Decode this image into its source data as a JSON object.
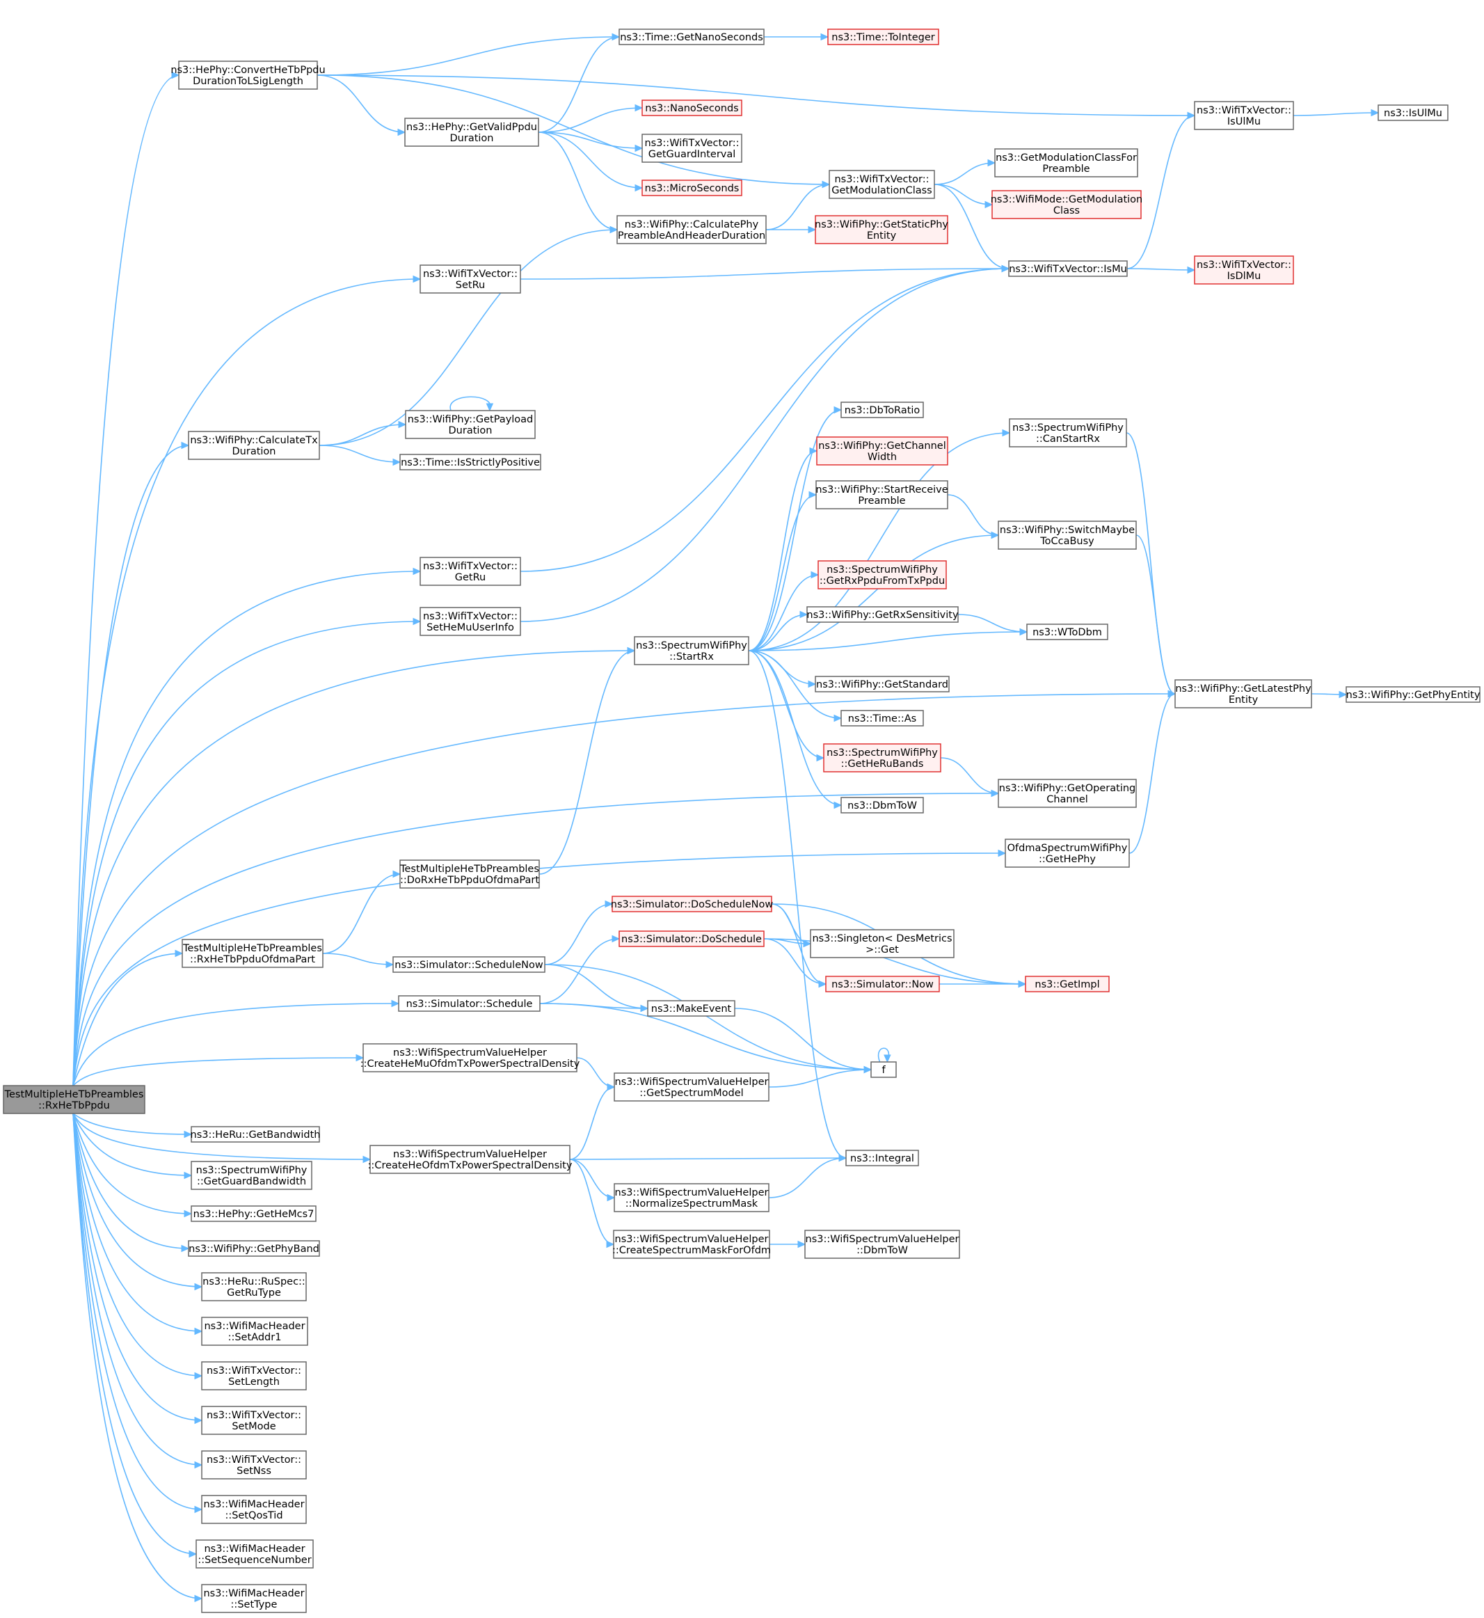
{
  "graph": {
    "root": "n_root",
    "colors": {
      "edge": "#63b8ff",
      "node_border": "#666666",
      "node_border_missing": "#e03030",
      "node_fill_missing": "#fff0f0",
      "root_fill": "#999999"
    },
    "nodes": [
      {
        "id": "n_root",
        "lines": [
          "TestMultipleHeTbPreambles",
          "::RxHeTbPpdu"
        ],
        "style": "root"
      },
      {
        "id": "n_conv",
        "lines": [
          "ns3::HePhy::ConvertHeTbPpdu",
          "DurationToLSigLength"
        ],
        "style": "normal"
      },
      {
        "id": "n_getnano",
        "lines": [
          "ns3::Time::GetNanoSeconds"
        ],
        "style": "normal"
      },
      {
        "id": "n_toint",
        "lines": [
          "ns3::Time::ToInteger"
        ],
        "style": "red"
      },
      {
        "id": "n_validppdu",
        "lines": [
          "ns3::HePhy::GetValidPpdu",
          "Duration"
        ],
        "style": "normal"
      },
      {
        "id": "n_nanoseconds",
        "lines": [
          "ns3::NanoSeconds"
        ],
        "style": "red"
      },
      {
        "id": "n_guardint",
        "lines": [
          "ns3::WifiTxVector::",
          "GetGuardInterval"
        ],
        "style": "normal"
      },
      {
        "id": "n_micro",
        "lines": [
          "ns3::MicroSeconds"
        ],
        "style": "red"
      },
      {
        "id": "n_calcpre",
        "lines": [
          "ns3::WifiPhy::CalculatePhy",
          "PreambleAndHeaderDuration"
        ],
        "style": "normal"
      },
      {
        "id": "n_getmodclass",
        "lines": [
          "ns3::WifiTxVector::",
          "GetModulationClass"
        ],
        "style": "normal"
      },
      {
        "id": "n_getmodpre",
        "lines": [
          "ns3::GetModulationClassFor",
          "Preamble"
        ],
        "style": "normal"
      },
      {
        "id": "n_modemod",
        "lines": [
          "ns3::WifiMode::GetModulation",
          "Class"
        ],
        "style": "red"
      },
      {
        "id": "n_staticphy",
        "lines": [
          "ns3::WifiPhy::GetStaticPhy",
          "Entity"
        ],
        "style": "red"
      },
      {
        "id": "n_isulmu_v",
        "lines": [
          "ns3::WifiTxVector::",
          "IsUlMu"
        ],
        "style": "normal"
      },
      {
        "id": "n_isulmu",
        "lines": [
          "ns3::IsUlMu"
        ],
        "style": "normal"
      },
      {
        "id": "n_ismu",
        "lines": [
          "ns3::WifiTxVector::IsMu"
        ],
        "style": "normal"
      },
      {
        "id": "n_isdlmu",
        "lines": [
          "ns3::WifiTxVector::",
          "IsDlMu"
        ],
        "style": "red"
      },
      {
        "id": "n_setru",
        "lines": [
          "ns3::WifiTxVector::",
          "SetRu"
        ],
        "style": "normal"
      },
      {
        "id": "n_calctx",
        "lines": [
          "ns3::WifiPhy::CalculateTx",
          "Duration"
        ],
        "style": "normal"
      },
      {
        "id": "n_payload",
        "lines": [
          "ns3::WifiPhy::GetPayload",
          "Duration"
        ],
        "style": "normal"
      },
      {
        "id": "n_strictpos",
        "lines": [
          "ns3::Time::IsStrictlyPositive"
        ],
        "style": "normal"
      },
      {
        "id": "n_dbtoratio",
        "lines": [
          "ns3::DbToRatio"
        ],
        "style": "normal"
      },
      {
        "id": "n_canstart",
        "lines": [
          "ns3::SpectrumWifiPhy",
          "::CanStartRx"
        ],
        "style": "normal"
      },
      {
        "id": "n_chanwidth",
        "lines": [
          "ns3::WifiPhy::GetChannel",
          "Width"
        ],
        "style": "red"
      },
      {
        "id": "n_startrecv",
        "lines": [
          "ns3::WifiPhy::StartReceive",
          "Preamble"
        ],
        "style": "normal"
      },
      {
        "id": "n_switchcca",
        "lines": [
          "ns3::WifiPhy::SwitchMaybe",
          "ToCcaBusy"
        ],
        "style": "normal"
      },
      {
        "id": "n_getrxppdu",
        "lines": [
          "ns3::SpectrumWifiPhy",
          "::GetRxPpduFromTxPpdu"
        ],
        "style": "red"
      },
      {
        "id": "n_getru",
        "lines": [
          "ns3::WifiTxVector::",
          "GetRu"
        ],
        "style": "normal"
      },
      {
        "id": "n_rxsens",
        "lines": [
          "ns3::WifiPhy::GetRxSensitivity"
        ],
        "style": "normal"
      },
      {
        "id": "n_wtodbm",
        "lines": [
          "ns3::WToDbm"
        ],
        "style": "normal"
      },
      {
        "id": "n_sethemu",
        "lines": [
          "ns3::WifiTxVector::",
          "SetHeMuUserInfo"
        ],
        "style": "normal"
      },
      {
        "id": "n_startrx",
        "lines": [
          "ns3::SpectrumWifiPhy",
          "::StartRx"
        ],
        "style": "normal"
      },
      {
        "id": "n_getstd",
        "lines": [
          "ns3::WifiPhy::GetStandard"
        ],
        "style": "normal"
      },
      {
        "id": "n_latestphy",
        "lines": [
          "ns3::WifiPhy::GetLatestPhy",
          "Entity"
        ],
        "style": "normal"
      },
      {
        "id": "n_phyentity",
        "lines": [
          "ns3::WifiPhy::GetPhyEntity"
        ],
        "style": "normal"
      },
      {
        "id": "n_timeas",
        "lines": [
          "ns3::Time::As"
        ],
        "style": "normal"
      },
      {
        "id": "n_heruband",
        "lines": [
          "ns3::SpectrumWifiPhy",
          "::GetHeRuBands"
        ],
        "style": "red"
      },
      {
        "id": "n_opchan",
        "lines": [
          "ns3::WifiPhy::GetOperating",
          "Channel"
        ],
        "style": "normal"
      },
      {
        "id": "n_dbmtow",
        "lines": [
          "ns3::DbmToW"
        ],
        "style": "normal"
      },
      {
        "id": "n_ofdmahephy",
        "lines": [
          "OfdmaSpectrumWifiPhy",
          "::GetHePhy"
        ],
        "style": "normal"
      },
      {
        "id": "n_dorxofdma",
        "lines": [
          "TestMultipleHeTbPreambles",
          "::DoRxHeTbPpduOfdmaPart"
        ],
        "style": "normal"
      },
      {
        "id": "n_doschednow",
        "lines": [
          "ns3::Simulator::DoScheduleNow"
        ],
        "style": "red"
      },
      {
        "id": "n_singleton",
        "lines": [
          "ns3::Singleton< DesMetrics",
          " >::Get"
        ],
        "style": "normal"
      },
      {
        "id": "n_dosched",
        "lines": [
          "ns3::Simulator::DoSchedule"
        ],
        "style": "red"
      },
      {
        "id": "n_rxofdma",
        "lines": [
          "TestMultipleHeTbPreambles",
          "::RxHeTbPpduOfdmaPart"
        ],
        "style": "normal"
      },
      {
        "id": "n_schednow",
        "lines": [
          "ns3::Simulator::ScheduleNow"
        ],
        "style": "normal"
      },
      {
        "id": "n_simnow",
        "lines": [
          "ns3::Simulator::Now"
        ],
        "style": "red"
      },
      {
        "id": "n_getimpl",
        "lines": [
          "ns3::GetImpl"
        ],
        "style": "red"
      },
      {
        "id": "n_sched",
        "lines": [
          "ns3::Simulator::Schedule"
        ],
        "style": "normal"
      },
      {
        "id": "n_makeevent",
        "lines": [
          "ns3::MakeEvent"
        ],
        "style": "normal"
      },
      {
        "id": "n_hemupsd",
        "lines": [
          "ns3::WifiSpectrumValueHelper",
          "::CreateHeMuOfdmTxPowerSpectralDensity"
        ],
        "style": "normal"
      },
      {
        "id": "n_f",
        "lines": [
          "f"
        ],
        "style": "normal"
      },
      {
        "id": "n_specmodel",
        "lines": [
          "ns3::WifiSpectrumValueHelper",
          "::GetSpectrumModel"
        ],
        "style": "normal"
      },
      {
        "id": "n_herubw",
        "lines": [
          "ns3::HeRu::GetBandwidth"
        ],
        "style": "normal"
      },
      {
        "id": "n_hepsd",
        "lines": [
          "ns3::WifiSpectrumValueHelper",
          "::CreateHeOfdmTxPowerSpectralDensity"
        ],
        "style": "normal"
      },
      {
        "id": "n_integral",
        "lines": [
          "ns3::Integral"
        ],
        "style": "normal"
      },
      {
        "id": "n_guardbw",
        "lines": [
          "ns3::SpectrumWifiPhy",
          "::GetGuardBandwidth"
        ],
        "style": "normal"
      },
      {
        "id": "n_normmask",
        "lines": [
          "ns3::WifiSpectrumValueHelper",
          "::NormalizeSpectrumMask"
        ],
        "style": "normal"
      },
      {
        "id": "n_hemcs7",
        "lines": [
          "ns3::HePhy::GetHeMcs7"
        ],
        "style": "normal"
      },
      {
        "id": "n_mask",
        "lines": [
          "ns3::WifiSpectrumValueHelper",
          "::CreateSpectrumMaskForOfdm"
        ],
        "style": "normal"
      },
      {
        "id": "n_dbmtow2",
        "lines": [
          "ns3::WifiSpectrumValueHelper",
          "::DbmToW"
        ],
        "style": "normal"
      },
      {
        "id": "n_phyband",
        "lines": [
          "ns3::WifiPhy::GetPhyBand"
        ],
        "style": "normal"
      },
      {
        "id": "n_rutype",
        "lines": [
          "ns3::HeRu::RuSpec::",
          "GetRuType"
        ],
        "style": "normal"
      },
      {
        "id": "n_setaddr1",
        "lines": [
          "ns3::WifiMacHeader",
          "::SetAddr1"
        ],
        "style": "normal"
      },
      {
        "id": "n_setlength",
        "lines": [
          "ns3::WifiTxVector::",
          "SetLength"
        ],
        "style": "normal"
      },
      {
        "id": "n_setmode",
        "lines": [
          "ns3::WifiTxVector::",
          "SetMode"
        ],
        "style": "normal"
      },
      {
        "id": "n_setnss",
        "lines": [
          "ns3::WifiTxVector::",
          "SetNss"
        ],
        "style": "normal"
      },
      {
        "id": "n_setqos",
        "lines": [
          "ns3::WifiMacHeader",
          "::SetQosTid"
        ],
        "style": "normal"
      },
      {
        "id": "n_setseq",
        "lines": [
          "ns3::WifiMacHeader",
          "::SetSequenceNumber"
        ],
        "style": "normal"
      },
      {
        "id": "n_settype",
        "lines": [
          "ns3::WifiMacHeader",
          "::SetType"
        ],
        "style": "normal"
      }
    ],
    "edges": [
      [
        "n_root",
        "n_conv"
      ],
      [
        "n_root",
        "n_setru"
      ],
      [
        "n_root",
        "n_calctx"
      ],
      [
        "n_root",
        "n_getru"
      ],
      [
        "n_root",
        "n_sethemu"
      ],
      [
        "n_root",
        "n_startrx"
      ],
      [
        "n_root",
        "n_opchan"
      ],
      [
        "n_root",
        "n_ofdmahephy"
      ],
      [
        "n_root",
        "n_rxofdma"
      ],
      [
        "n_root",
        "n_sched"
      ],
      [
        "n_root",
        "n_hemupsd"
      ],
      [
        "n_root",
        "n_latestphy"
      ],
      [
        "n_root",
        "n_herubw"
      ],
      [
        "n_root",
        "n_hepsd"
      ],
      [
        "n_root",
        "n_guardbw"
      ],
      [
        "n_root",
        "n_hemcs7"
      ],
      [
        "n_root",
        "n_phyband"
      ],
      [
        "n_root",
        "n_rutype"
      ],
      [
        "n_root",
        "n_setaddr1"
      ],
      [
        "n_root",
        "n_setlength"
      ],
      [
        "n_root",
        "n_setmode"
      ],
      [
        "n_root",
        "n_setnss"
      ],
      [
        "n_root",
        "n_setqos"
      ],
      [
        "n_root",
        "n_setseq"
      ],
      [
        "n_root",
        "n_settype"
      ],
      [
        "n_conv",
        "n_getnano"
      ],
      [
        "n_conv",
        "n_isulmu_v"
      ],
      [
        "n_conv",
        "n_validppdu"
      ],
      [
        "n_conv",
        "n_getmodclass"
      ],
      [
        "n_getnano",
        "n_toint"
      ],
      [
        "n_validppdu",
        "n_getnano"
      ],
      [
        "n_validppdu",
        "n_nanoseconds"
      ],
      [
        "n_validppdu",
        "n_guardint"
      ],
      [
        "n_validppdu",
        "n_micro"
      ],
      [
        "n_validppdu",
        "n_calcpre"
      ],
      [
        "n_calcpre",
        "n_getmodclass"
      ],
      [
        "n_calcpre",
        "n_staticphy"
      ],
      [
        "n_getmodclass",
        "n_getmodpre"
      ],
      [
        "n_getmodclass",
        "n_modemod"
      ],
      [
        "n_getmodclass",
        "n_ismu"
      ],
      [
        "n_isulmu_v",
        "n_isulmu"
      ],
      [
        "n_ismu",
        "n_isulmu_v"
      ],
      [
        "n_ismu",
        "n_isdlmu"
      ],
      [
        "n_setru",
        "n_ismu"
      ],
      [
        "n_calctx",
        "n_calcpre"
      ],
      [
        "n_calctx",
        "n_payload"
      ],
      [
        "n_calctx",
        "n_strictpos"
      ],
      [
        "n_payload",
        "n_payload"
      ],
      [
        "n_getru",
        "n_ismu"
      ],
      [
        "n_sethemu",
        "n_ismu"
      ],
      [
        "n_startrx",
        "n_dbtoratio"
      ],
      [
        "n_startrx",
        "n_canstart"
      ],
      [
        "n_startrx",
        "n_chanwidth"
      ],
      [
        "n_startrx",
        "n_startrecv"
      ],
      [
        "n_startrx",
        "n_switchcca"
      ],
      [
        "n_startrx",
        "n_getrxppdu"
      ],
      [
        "n_startrx",
        "n_rxsens"
      ],
      [
        "n_startrx",
        "n_wtodbm"
      ],
      [
        "n_startrx",
        "n_getstd"
      ],
      [
        "n_startrx",
        "n_timeas"
      ],
      [
        "n_startrx",
        "n_heruband"
      ],
      [
        "n_startrx",
        "n_dbmtow"
      ],
      [
        "n_startrx",
        "n_integral"
      ],
      [
        "n_startrecv",
        "n_switchcca"
      ],
      [
        "n_rxsens",
        "n_wtodbm"
      ],
      [
        "n_heruband",
        "n_opchan"
      ],
      [
        "n_canstart",
        "n_latestphy"
      ],
      [
        "n_switchcca",
        "n_latestphy"
      ],
      [
        "n_latestphy",
        "n_phyentity"
      ],
      [
        "n_ofdmahephy",
        "n_latestphy"
      ],
      [
        "n_dorxofdma",
        "n_startrx"
      ],
      [
        "n_rxofdma",
        "n_dorxofdma"
      ],
      [
        "n_rxofdma",
        "n_schednow"
      ],
      [
        "n_schednow",
        "n_doschednow"
      ],
      [
        "n_schednow",
        "n_makeevent"
      ],
      [
        "n_schednow",
        "n_f"
      ],
      [
        "n_sched",
        "n_dosched"
      ],
      [
        "n_sched",
        "n_makeevent"
      ],
      [
        "n_sched",
        "n_f"
      ],
      [
        "n_doschednow",
        "n_singleton"
      ],
      [
        "n_doschednow",
        "n_simnow"
      ],
      [
        "n_doschednow",
        "n_getimpl"
      ],
      [
        "n_dosched",
        "n_singleton"
      ],
      [
        "n_dosched",
        "n_simnow"
      ],
      [
        "n_dosched",
        "n_getimpl"
      ],
      [
        "n_simnow",
        "n_getimpl"
      ],
      [
        "n_makeevent",
        "n_f"
      ],
      [
        "n_f",
        "n_f"
      ],
      [
        "n_hemupsd",
        "n_specmodel"
      ],
      [
        "n_specmodel",
        "n_f"
      ],
      [
        "n_hepsd",
        "n_specmodel"
      ],
      [
        "n_hepsd",
        "n_integral"
      ],
      [
        "n_hepsd",
        "n_normmask"
      ],
      [
        "n_hepsd",
        "n_mask"
      ],
      [
        "n_normmask",
        "n_integral"
      ],
      [
        "n_mask",
        "n_dbmtow2"
      ]
    ]
  }
}
